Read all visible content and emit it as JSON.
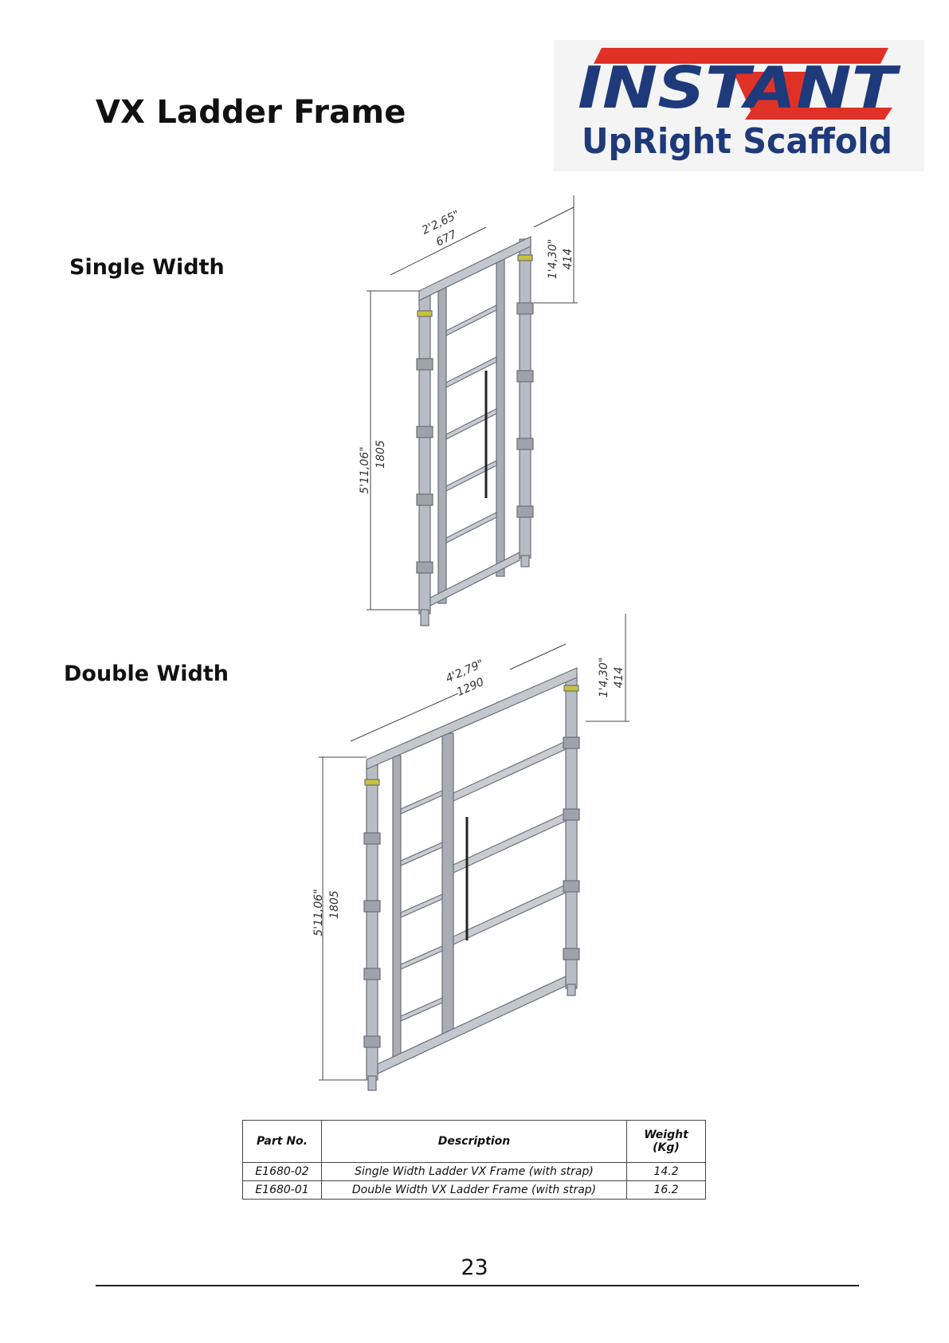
{
  "page": {
    "title": "VX Ladder Frame",
    "page_number": "23"
  },
  "logo": {
    "line1": "INSTANT",
    "line2": "UpRight Scaffold",
    "colors": {
      "blue": "#1f3a7a",
      "red": "#e03127"
    }
  },
  "sections": {
    "single": {
      "label": "Single Width",
      "dims": {
        "width_imperial": "2'2,65\"",
        "width_mm": "677",
        "top_imperial": "1'4,30\"",
        "top_mm": "414",
        "height_imperial": "5'11,06\"",
        "height_mm": "1805"
      }
    },
    "double": {
      "label": "Double Width",
      "dims": {
        "width_imperial": "4'2,79\"",
        "width_mm": "1290",
        "top_imperial": "1'4,30\"",
        "top_mm": "414",
        "height_imperial": "5'11,06\"",
        "height_mm": "1805"
      }
    }
  },
  "table": {
    "headers": [
      "Part No.",
      "Description",
      "Weight (Kg)"
    ],
    "rows": [
      [
        "E1680-02",
        "Single Width Ladder VX Frame (with strap)",
        "14.2"
      ],
      [
        "E1680-01",
        "Double Width VX Ladder Frame (with strap)",
        "16.2"
      ]
    ]
  },
  "colors": {
    "tube": "#b8bcc4",
    "tube_edge": "#6a6f78",
    "clamp": "#c9c23a"
  }
}
